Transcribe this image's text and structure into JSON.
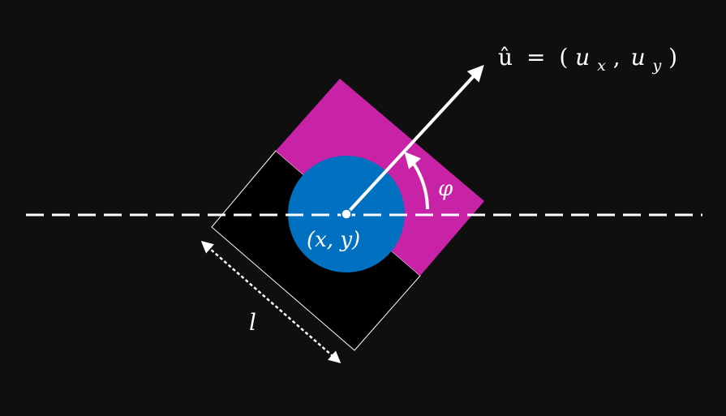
{
  "labels": {
    "vector_hat": "û",
    "vector_eq": "=",
    "vector_open": "(",
    "vector_ux": "u",
    "vector_ux_sub": "x",
    "vector_comma": ",",
    "vector_uy": "u",
    "vector_uy_sub": "y",
    "vector_close": ")",
    "angle": "φ",
    "position": "(x, y)",
    "length": "l"
  },
  "colors": {
    "background": "#0f0f0f",
    "front_half": "#c822a6",
    "back_half": "#000000",
    "outline": "#ffffff",
    "circle": "#0071c1",
    "arrows": "#ffffff"
  }
}
